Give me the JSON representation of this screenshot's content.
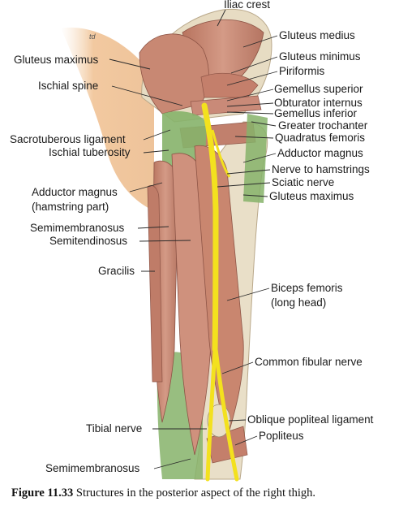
{
  "labels": {
    "iliac_crest": "Iliac crest",
    "gluteus_medius": "Gluteus medius",
    "gluteus_maximus_left": "Gluteus maximus",
    "gluteus_minimus": "Gluteus minimus",
    "piriformis": "Piriformis",
    "ischial_spine": "Ischial spine",
    "gemellus_superior": "Gemellus superior",
    "obturator_internus": "Obturator internus",
    "gemellus_inferior": "Gemellus inferior",
    "greater_trochanter": "Greater trochanter",
    "sacrotuberous_ligament": "Sacrotuberous ligament",
    "quadratus_femoris": "Quadratus femoris",
    "ischial_tuberosity": "Ischial tuberosity",
    "adductor_magnus_right": "Adductor magnus",
    "nerve_to_hamstrings": "Nerve to hamstrings",
    "sciatic_nerve": "Sciatic nerve",
    "adductor_magnus_left_1": "Adductor magnus",
    "adductor_magnus_left_2": "(hamstring part)",
    "gluteus_maximus_right": "Gluteus maximus",
    "semimembranosus_top": "Semimembranosus",
    "semitendinosus": "Semitendinosus",
    "gracilis": "Gracilis",
    "biceps_femoris_1": "Biceps femoris",
    "biceps_femoris_2": "(long head)",
    "common_fibular_nerve": "Common fibular nerve",
    "oblique_popliteal_ligament": "Oblique popliteal ligament",
    "tibial_nerve": "Tibial nerve",
    "popliteus": "Popliteus",
    "semimembranosus_bottom": "Semimembranosus",
    "small_mark": "td"
  },
  "caption": {
    "number": "Figure 11.33",
    "text": "Structures in the posterior aspect of the right thigh."
  },
  "colors": {
    "muscle": "#c98a78",
    "muscle_dark": "#a9685a",
    "tendon_green": "#7fae63",
    "bone": "#e6dcc4",
    "nerve": "#f3e11e",
    "skin": "#f2c9a0"
  }
}
